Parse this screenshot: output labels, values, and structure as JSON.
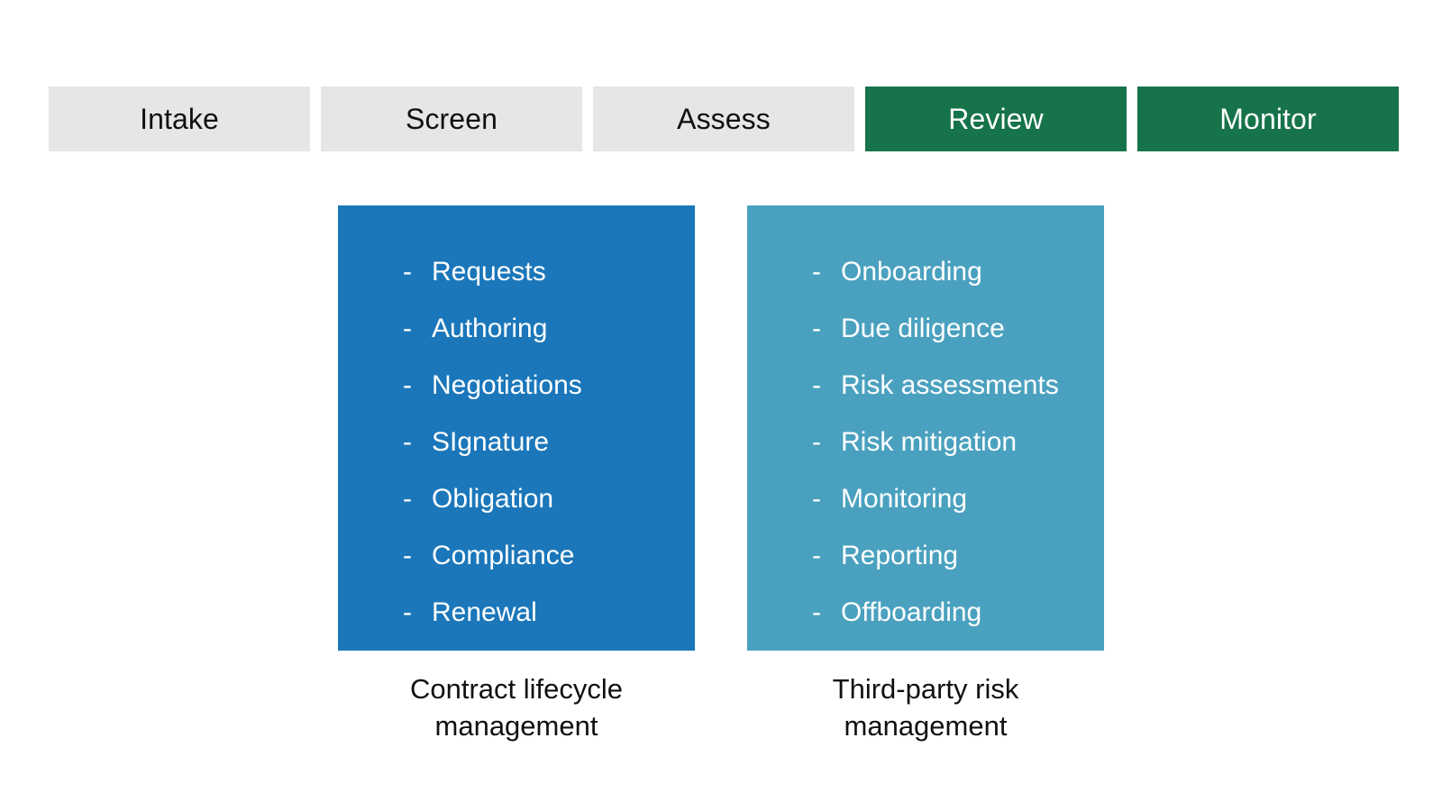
{
  "stages": {
    "items": [
      {
        "label": "Intake",
        "state": "inactive"
      },
      {
        "label": "Screen",
        "state": "inactive"
      },
      {
        "label": "Assess",
        "state": "inactive"
      },
      {
        "label": "Review",
        "state": "active"
      },
      {
        "label": "Monitor",
        "state": "active"
      }
    ],
    "colors": {
      "inactive_background": "#e6e6e6",
      "inactive_text": "#111111",
      "active_background": "#17734a",
      "active_text": "#ffffff"
    }
  },
  "pillars": [
    {
      "caption_line1": "Contract lifecycle",
      "caption_line2": "management",
      "color": "#1b77ba",
      "bullet": "-",
      "items": [
        "Requests",
        "Authoring",
        "Negotiations",
        "SIgnature",
        "Obligation",
        "Compliance",
        "Renewal"
      ]
    },
    {
      "caption_line1": "Third-party risk",
      "caption_line2": "management",
      "color": "#4aa1bf",
      "bullet": "-",
      "items": [
        "Onboarding",
        "Due diligence",
        "Risk assessments",
        "Risk mitigation",
        "Monitoring",
        "Reporting",
        "Offboarding"
      ]
    }
  ]
}
